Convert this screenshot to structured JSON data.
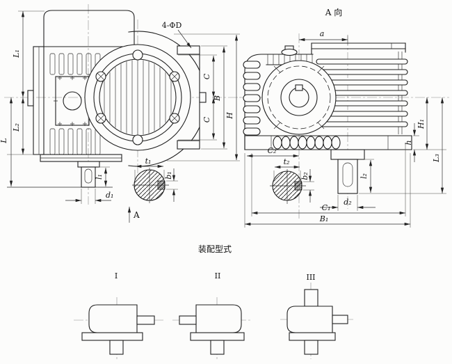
{
  "titles": {
    "view_a_title": "A 向",
    "assembly_title": "装配型式"
  },
  "labels": {
    "bolt_holes": "4-ΦD",
    "view_arrow": "A"
  },
  "left_dims": {
    "L1": "L₁",
    "L2": "L₂",
    "L": "L",
    "C_upper": "C",
    "C_lower": "C",
    "B": "B",
    "H": "H",
    "l1": "l₁",
    "d1": "d₁",
    "t1": "t₁",
    "b1": "b₁"
  },
  "right_dims": {
    "a": "a",
    "C2": "C₂",
    "C1": "C₁",
    "B1": "B₁",
    "t2": "t₂",
    "b2": "b₂",
    "l2": "l₂",
    "d2": "d₂",
    "h": "h",
    "H1": "H₁",
    "L3": "L₃"
  },
  "assembly_types": [
    {
      "label": "I"
    },
    {
      "label": "II"
    },
    {
      "label": "III"
    }
  ],
  "colors": {
    "line": "#1f1f1f",
    "dimension": "#2e2e2e",
    "centerline": "#8b8b8b",
    "background": "#fcfcfb"
  }
}
